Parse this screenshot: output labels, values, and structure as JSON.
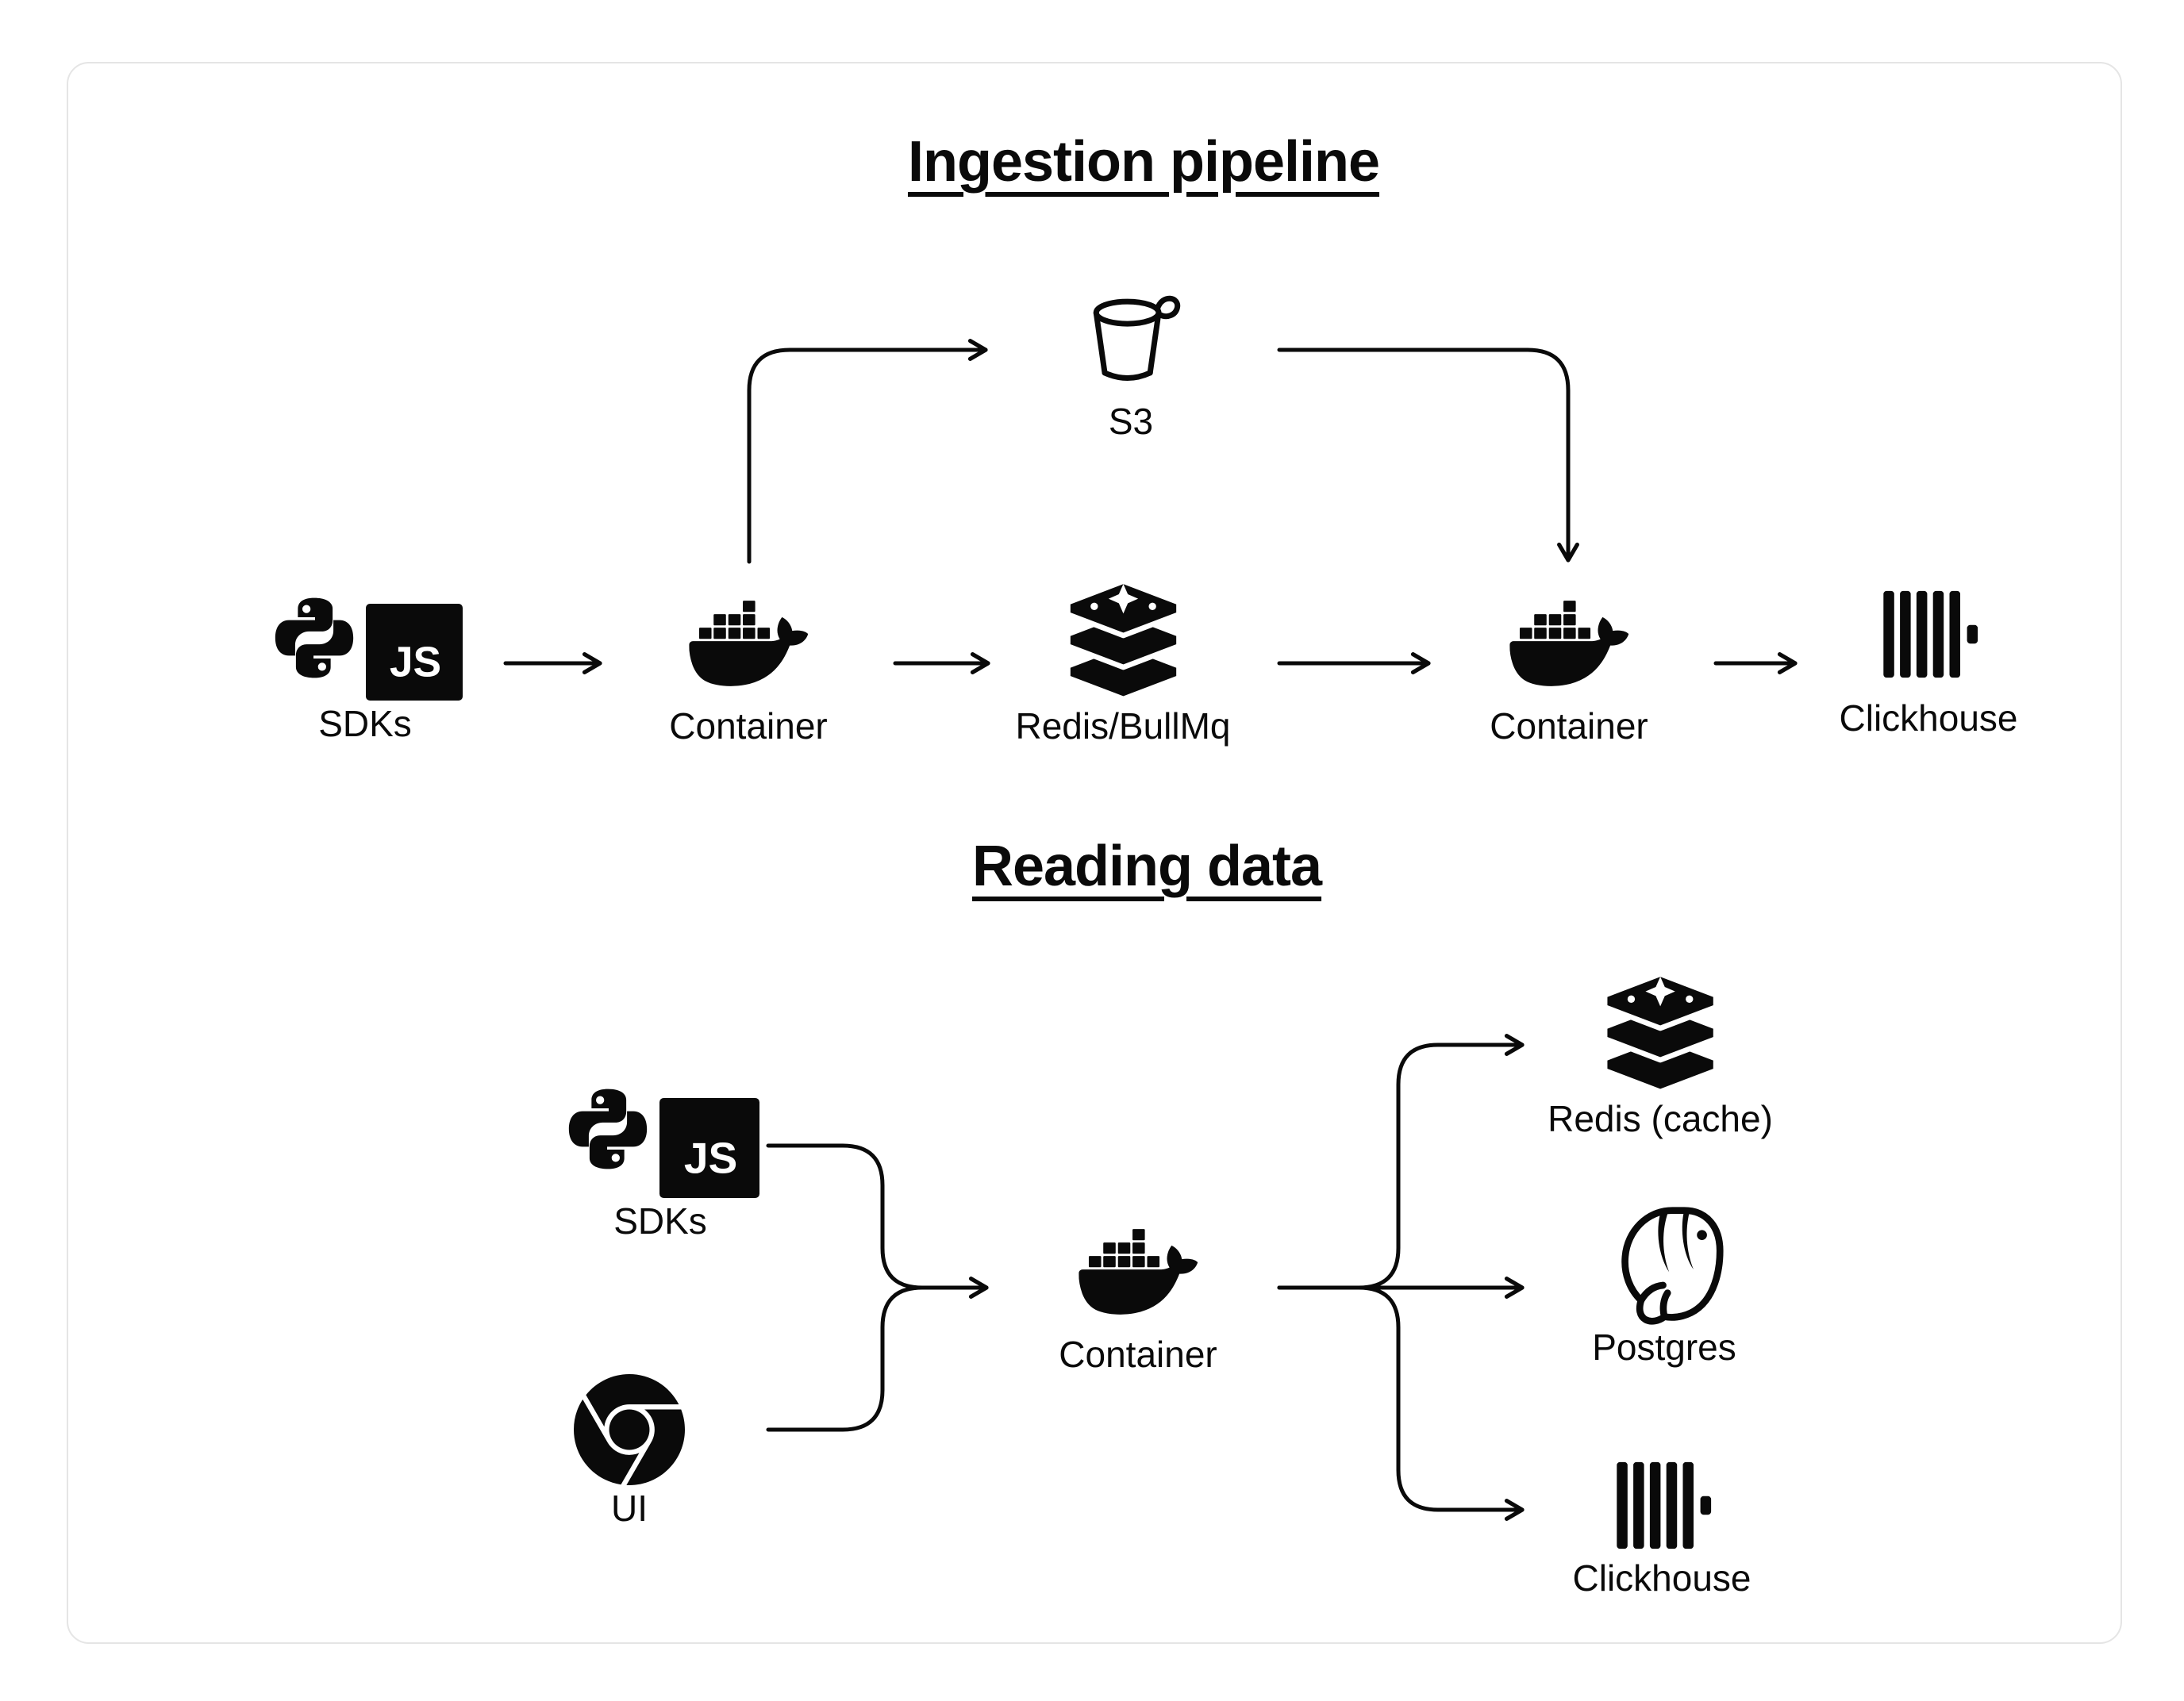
{
  "page": {
    "background": "#ffffff",
    "card_border": "#e5e5e5",
    "ink": "#0a0a0a"
  },
  "ingestion": {
    "title": "Ingestion pipeline",
    "nodes": {
      "sdks": {
        "label": "SDKs"
      },
      "s3": {
        "label": "S3"
      },
      "container_in": {
        "label": "Container"
      },
      "queue": {
        "label": "Redis/BullMq"
      },
      "container_out": {
        "label": "Container"
      },
      "clickhouse": {
        "label": "Clickhouse"
      }
    }
  },
  "reading": {
    "title": "Reading data",
    "nodes": {
      "sdks": {
        "label": "SDKs"
      },
      "ui": {
        "label": "UI"
      },
      "container": {
        "label": "Container"
      },
      "redis_cache": {
        "label": "Redis (cache)"
      },
      "postgres": {
        "label": "Postgres"
      },
      "clickhouse": {
        "label": "Clickhouse"
      }
    }
  },
  "icons": {
    "js_text": "JS",
    "python": "python-logo-icon",
    "javascript": "javascript-logo-icon",
    "docker": "docker-container-icon",
    "redis": "redis-stack-icon",
    "s3": "s3-bucket-icon",
    "clickhouse": "clickhouse-bars-icon",
    "postgres": "postgres-elephant-icon",
    "chrome": "chrome-browser-icon"
  }
}
